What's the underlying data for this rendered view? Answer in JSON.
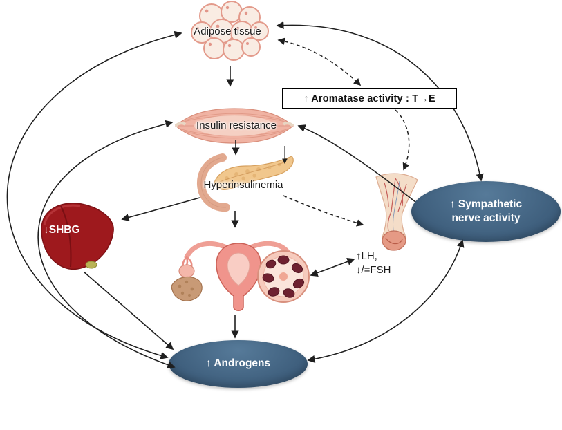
{
  "diagram": {
    "nodes": {
      "adipose": {
        "label": "Adipose tissue"
      },
      "insulin_resistance": {
        "label": "Insulin resistance"
      },
      "hyperinsulinemia": {
        "label": "Hyperinsulinemia"
      },
      "aromatase": {
        "label": "↑ Aromatase activity : T→E"
      },
      "shbg": {
        "label": "↓SHBG"
      },
      "gonadotropins": {
        "line1": "↑LH,",
        "line2": "↓/=FSH"
      },
      "sympathetic": {
        "line1": "↑ Sympathetic",
        "line2": "nerve activity"
      },
      "androgens": {
        "label": "↑ Androgens"
      }
    },
    "colors": {
      "node_ellipse_fill": "#3d5d7b",
      "node_ellipse_highlight": "#567a99",
      "node_ellipse_text": "#ffffff",
      "arrow": "#1f1f1f",
      "box_border": "#000000",
      "label_text": "#1a1a1a",
      "liver_label_text": "#ffffff"
    }
  }
}
